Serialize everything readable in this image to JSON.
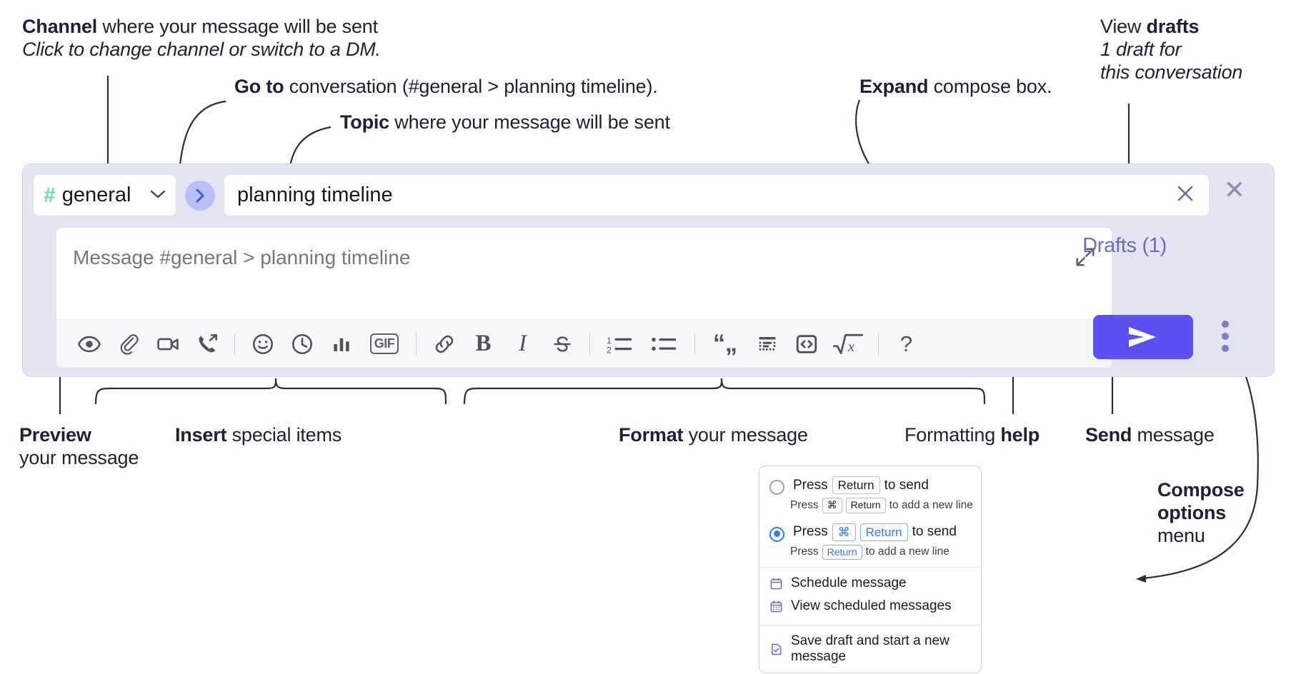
{
  "annotations": {
    "channel": {
      "bold": "Channel",
      "rest": " where your message will be sent",
      "italic": "Click to change channel or switch to a DM."
    },
    "goto": {
      "bold": "Go to",
      "rest": " conversation (#general > planning timeline)."
    },
    "topic": {
      "bold": "Topic",
      "rest": " where your message will be sent"
    },
    "expand": {
      "bold": "Expand",
      "rest": " compose box."
    },
    "drafts": {
      "normal": "View ",
      "bold": "drafts",
      "italic1": "1 draft for",
      "italic2": "this conversation"
    },
    "preview": {
      "bold": "Preview",
      "rest": "your message"
    },
    "insert": {
      "bold": "Insert",
      "rest": " special items"
    },
    "format": {
      "bold": "Format",
      "rest": " your message"
    },
    "help": {
      "normal": "Formatting ",
      "bold": "help"
    },
    "send": {
      "bold": "Send",
      "rest": " message"
    },
    "compose_options": {
      "bold1": "Compose",
      "bold2": "options",
      "rest": "menu"
    }
  },
  "compose": {
    "channel_name": "general",
    "hash_symbol": "#",
    "chevron": "⌄",
    "go_arrow": "›",
    "topic_value": "planning timeline",
    "close_symbol": "✕",
    "message_placeholder": "Message #general > planning timeline",
    "drafts_label": "Drafts (1)",
    "panel_close": "✕",
    "gif_label": "GIF",
    "bold_label": "B",
    "italic_label": "I",
    "help_label": "?",
    "toolbar_icons": [
      "eye-icon",
      "paperclip-icon",
      "video-camera-icon",
      "phone-forward-icon",
      "emoji-icon",
      "clock-icon",
      "bar-chart-icon",
      "gif-icon",
      "link-icon",
      "bold-icon",
      "italic-icon",
      "strikethrough-icon",
      "ordered-list-icon",
      "bulleted-list-icon",
      "blockquote-icon",
      "code-block-icon",
      "code-icon",
      "math-icon",
      "help-icon"
    ]
  },
  "options_menu": {
    "option1": {
      "main_prefix": "Press",
      "main_key": "Return",
      "main_suffix": "to send",
      "sub_prefix": "Press",
      "sub_key1": "⌘",
      "sub_key2": "Return",
      "sub_suffix": "to add a new line",
      "selected": false
    },
    "option2": {
      "main_prefix": "Press",
      "main_key1": "⌘",
      "main_key2": "Return",
      "main_suffix": "to send",
      "sub_prefix": "Press",
      "sub_key": "Return",
      "sub_suffix": "to add a new line",
      "selected": true
    },
    "items": [
      {
        "label": "Schedule message",
        "icon": "calendar-icon"
      },
      {
        "label": "View scheduled messages",
        "icon": "calendar-grid-icon"
      },
      {
        "label": "Save draft and start a new message",
        "icon": "document-check-icon"
      }
    ]
  },
  "colors": {
    "panel_bg": "#e4e5f2",
    "send_button": "#5b51f0",
    "hash_green": "#6ddba3",
    "drafts_text": "#6b6dbf",
    "accent_blue": "#2a7ef0",
    "menu_icon_purple": "#7b62d4",
    "go_button_bg": "#b9c0f5"
  }
}
